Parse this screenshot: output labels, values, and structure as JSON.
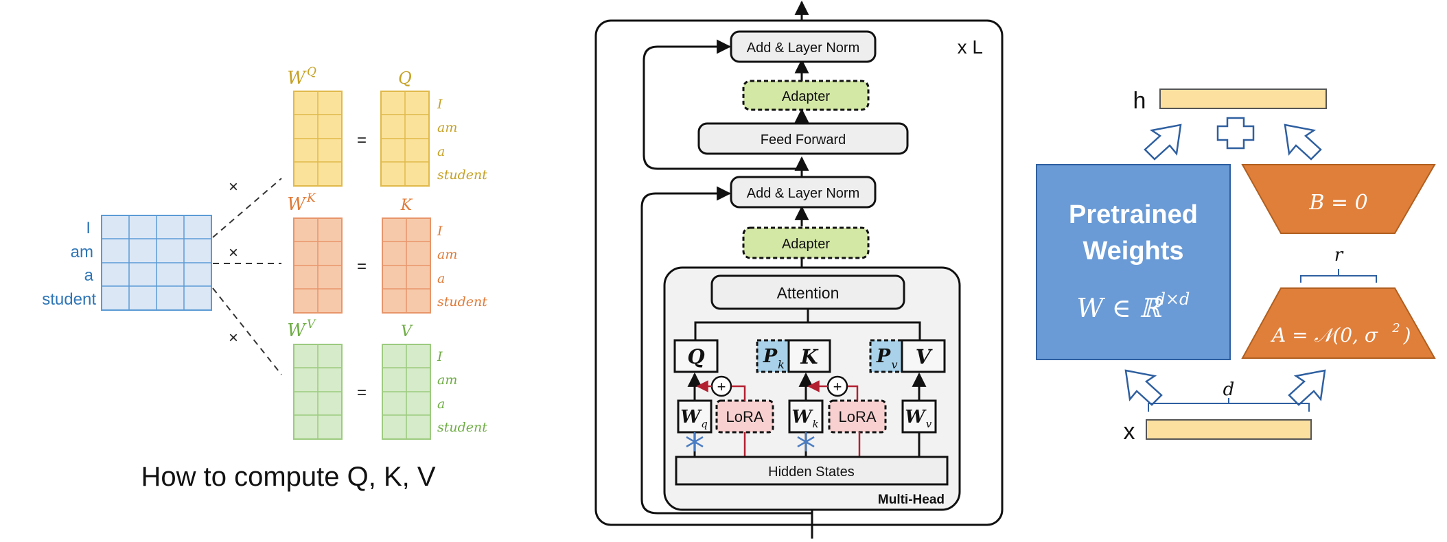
{
  "qkv_panel": {
    "tokens": [
      "I",
      "am",
      "a",
      "student"
    ],
    "times": "×",
    "equals": "=",
    "caption": "How to compute Q, K, V",
    "rows": [
      {
        "weight_base": "W",
        "weight_sup": "Q",
        "result": "Q",
        "color": "#c6a227",
        "fill": "#fbe29b"
      },
      {
        "weight_base": "W",
        "weight_sup": "K",
        "result": "K",
        "color": "#e07b39",
        "fill": "#f6c9ab"
      },
      {
        "weight_base": "W",
        "weight_sup": "V",
        "result": "V",
        "color": "#70ad47",
        "fill": "#d6ebc9"
      }
    ],
    "input_color": "#2e75b6",
    "input_fill": "#dce7f6"
  },
  "transformer_panel": {
    "repeat_label": "x L",
    "add_norm_top": "Add & Layer Norm",
    "adapter_top": "Adapter",
    "feed_forward": "Feed Forward",
    "add_norm_bottom": "Add & Layer Norm",
    "adapter_bottom": "Adapter",
    "attention": "Attention",
    "q": "Q",
    "k": "K",
    "v": "V",
    "pk_base": "P",
    "pk_sub": "k",
    "pv_base": "P",
    "pv_sub": "v",
    "wq_base": "W",
    "wq_sub": "q",
    "wk_base": "W",
    "wk_sub": "k",
    "wv_base": "W",
    "wv_sub": "v",
    "lora_1": "LoRA",
    "lora_2": "LoRA",
    "plus": "+",
    "hidden_states": "Hidden States",
    "multi_head": "Multi-Head",
    "colors": {
      "adapter": "#d4e8a6",
      "prefix": "#a9d2ea",
      "lora": "#f8d0d0",
      "lora_arrow": "#b32030",
      "frozen": "#4a7cc2"
    }
  },
  "lora_panel": {
    "h_label": "h",
    "x_label": "x",
    "pretrained_line1": "Pretrained",
    "pretrained_line2": "Weights",
    "weight_formula": "W ∈ ℝ",
    "weight_sup": "d×d",
    "b_formula": "B = 0",
    "a_formula": "A = 𝒩(0, σ",
    "a_sup": "2",
    "a_close": ")",
    "r_label": "r",
    "d_label": "d",
    "plus": "+",
    "colors": {
      "pretrained": "#6a9bd6",
      "lowrank": "#e07f3a",
      "vector": "#fbe0a0"
    }
  }
}
